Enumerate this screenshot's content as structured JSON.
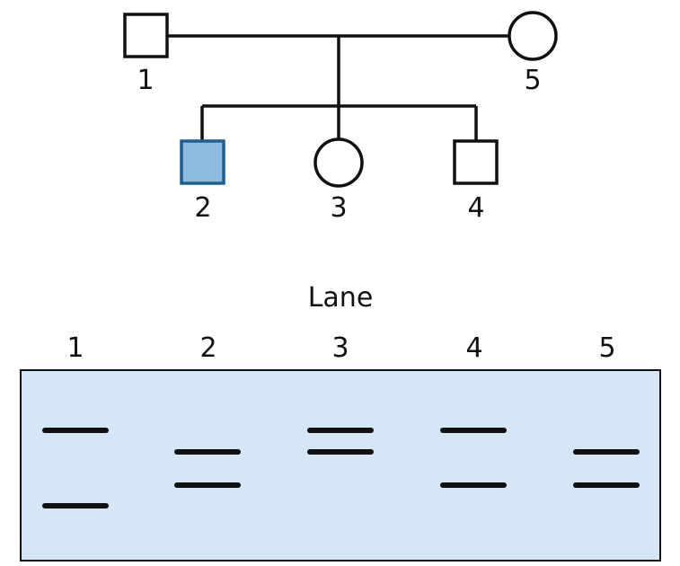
{
  "pedigree": {
    "individuals": [
      {
        "id": "1",
        "label": "1",
        "sex": "male",
        "affected": false,
        "generation": 1
      },
      {
        "id": "5",
        "label": "5",
        "sex": "female",
        "affected": false,
        "generation": 1
      },
      {
        "id": "2",
        "label": "2",
        "sex": "male",
        "affected": true,
        "generation": 2
      },
      {
        "id": "3",
        "label": "3",
        "sex": "female",
        "affected": false,
        "generation": 2
      },
      {
        "id": "4",
        "label": "4",
        "sex": "male",
        "affected": false,
        "generation": 2
      }
    ],
    "colors": {
      "line": "#111111",
      "affected_fill": "#8fbbdf",
      "affected_stroke": "#1f5f8f",
      "unaffected_fill": "#ffffff"
    }
  },
  "gel": {
    "title": "Lane",
    "lanes": [
      "1",
      "2",
      "3",
      "4",
      "5"
    ],
    "background": "#d5e6f6",
    "band_color": "#111111"
  }
}
